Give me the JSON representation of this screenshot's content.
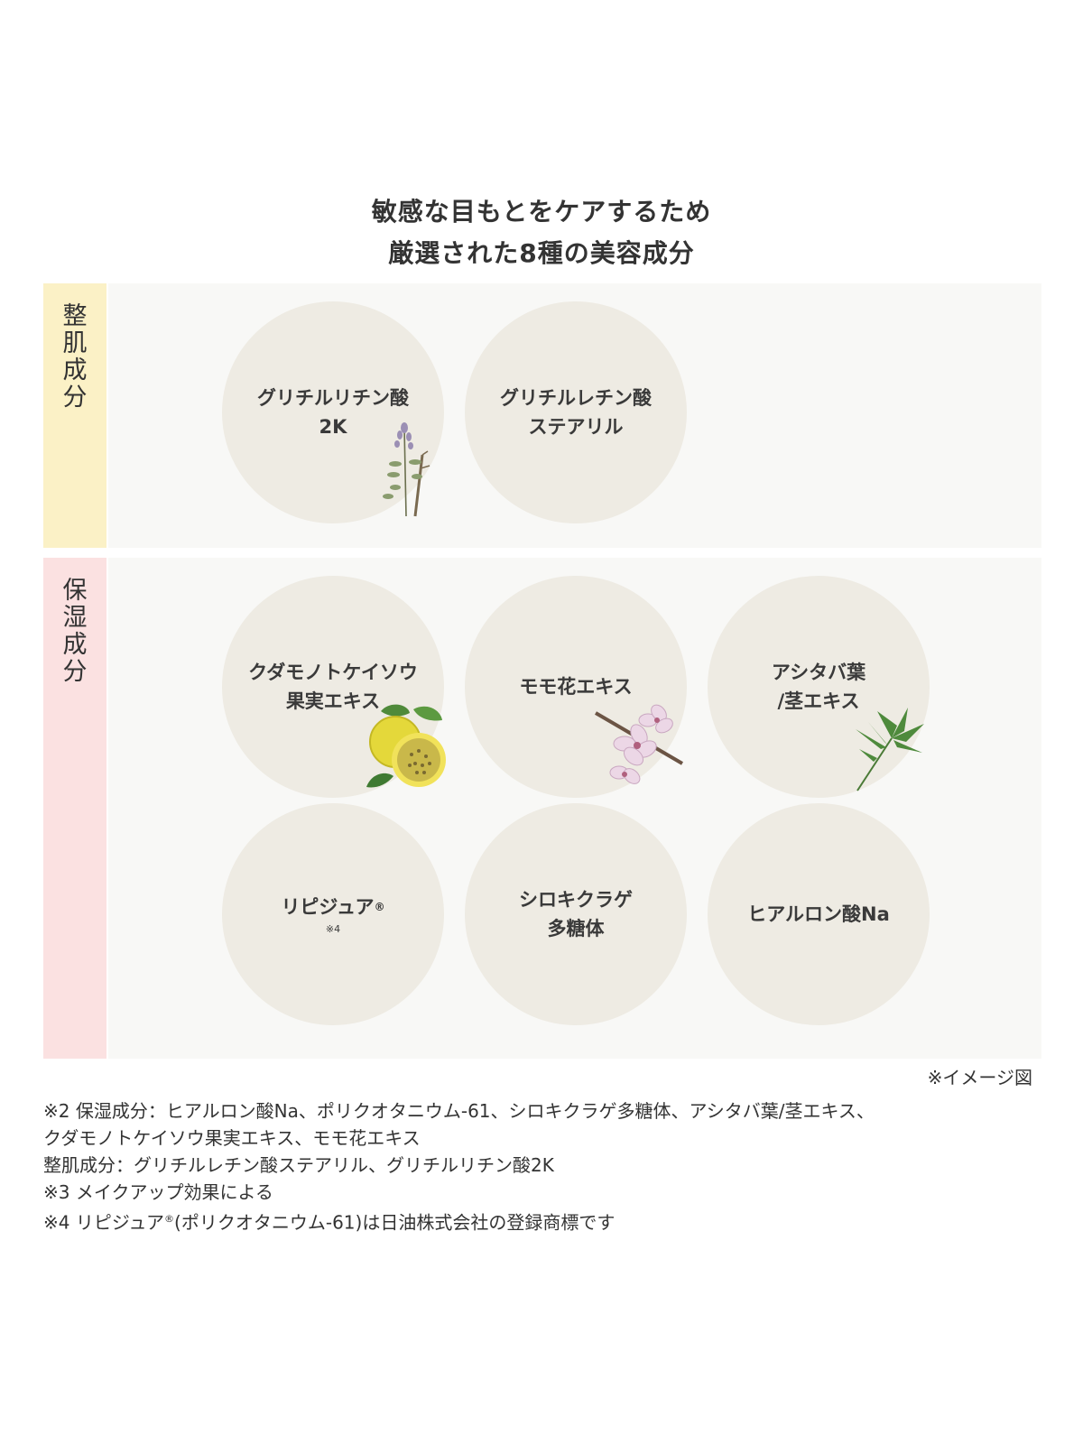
{
  "heading": {
    "line1": "敏感な目もとをケアするため",
    "line2": "厳選された8種の美容成分"
  },
  "sections": {
    "conditioning": {
      "label": [
        "整",
        "肌",
        "成",
        "分"
      ],
      "color": "#fbf1c6",
      "items": [
        {
          "line1": "グリチルリチン酸",
          "line2": "2K",
          "illustration": "licorice-plant-icon"
        },
        {
          "line1": "グリチルレチン酸",
          "line2": "ステアリル"
        }
      ]
    },
    "moisturizing": {
      "label": [
        "保",
        "湿",
        "成",
        "分"
      ],
      "color": "#fbe1e1",
      "items": [
        {
          "line1": "クダモノトケイソウ",
          "line2": "果実エキス",
          "illustration": "passion-fruit-icon"
        },
        {
          "line1": "モモ花エキス",
          "illustration": "peach-blossom-icon"
        },
        {
          "line1": "アシタバ葉",
          "line2": "/茎エキス",
          "illustration": "ashitaba-leaf-icon"
        },
        {
          "line1": "リピジュア",
          "mark": "®",
          "note": "※4"
        },
        {
          "line1": "シロキクラゲ",
          "line2": "多糖体"
        },
        {
          "line1": "ヒアルロン酸Na"
        }
      ]
    }
  },
  "caption": "※イメージ図",
  "notes": {
    "n2a": "※2 保湿成分：ヒアルロン酸Na、ポリクオタニウム-61、シロキクラゲ多糖体、アシタバ葉/茎エキス、",
    "n2b": "クダモノトケイソウ果実エキス、モモ花エキス",
    "n2c": "整肌成分：グリチルレチン酸ステアリル、グリチルリチン酸2K",
    "n3": "※3 メイクアップ効果による",
    "n4_pre": "※4 リピジュア",
    "n4_mark": "®",
    "n4_post": "(ポリクオタニウム-61)は日油株式会社の登録商標です"
  }
}
